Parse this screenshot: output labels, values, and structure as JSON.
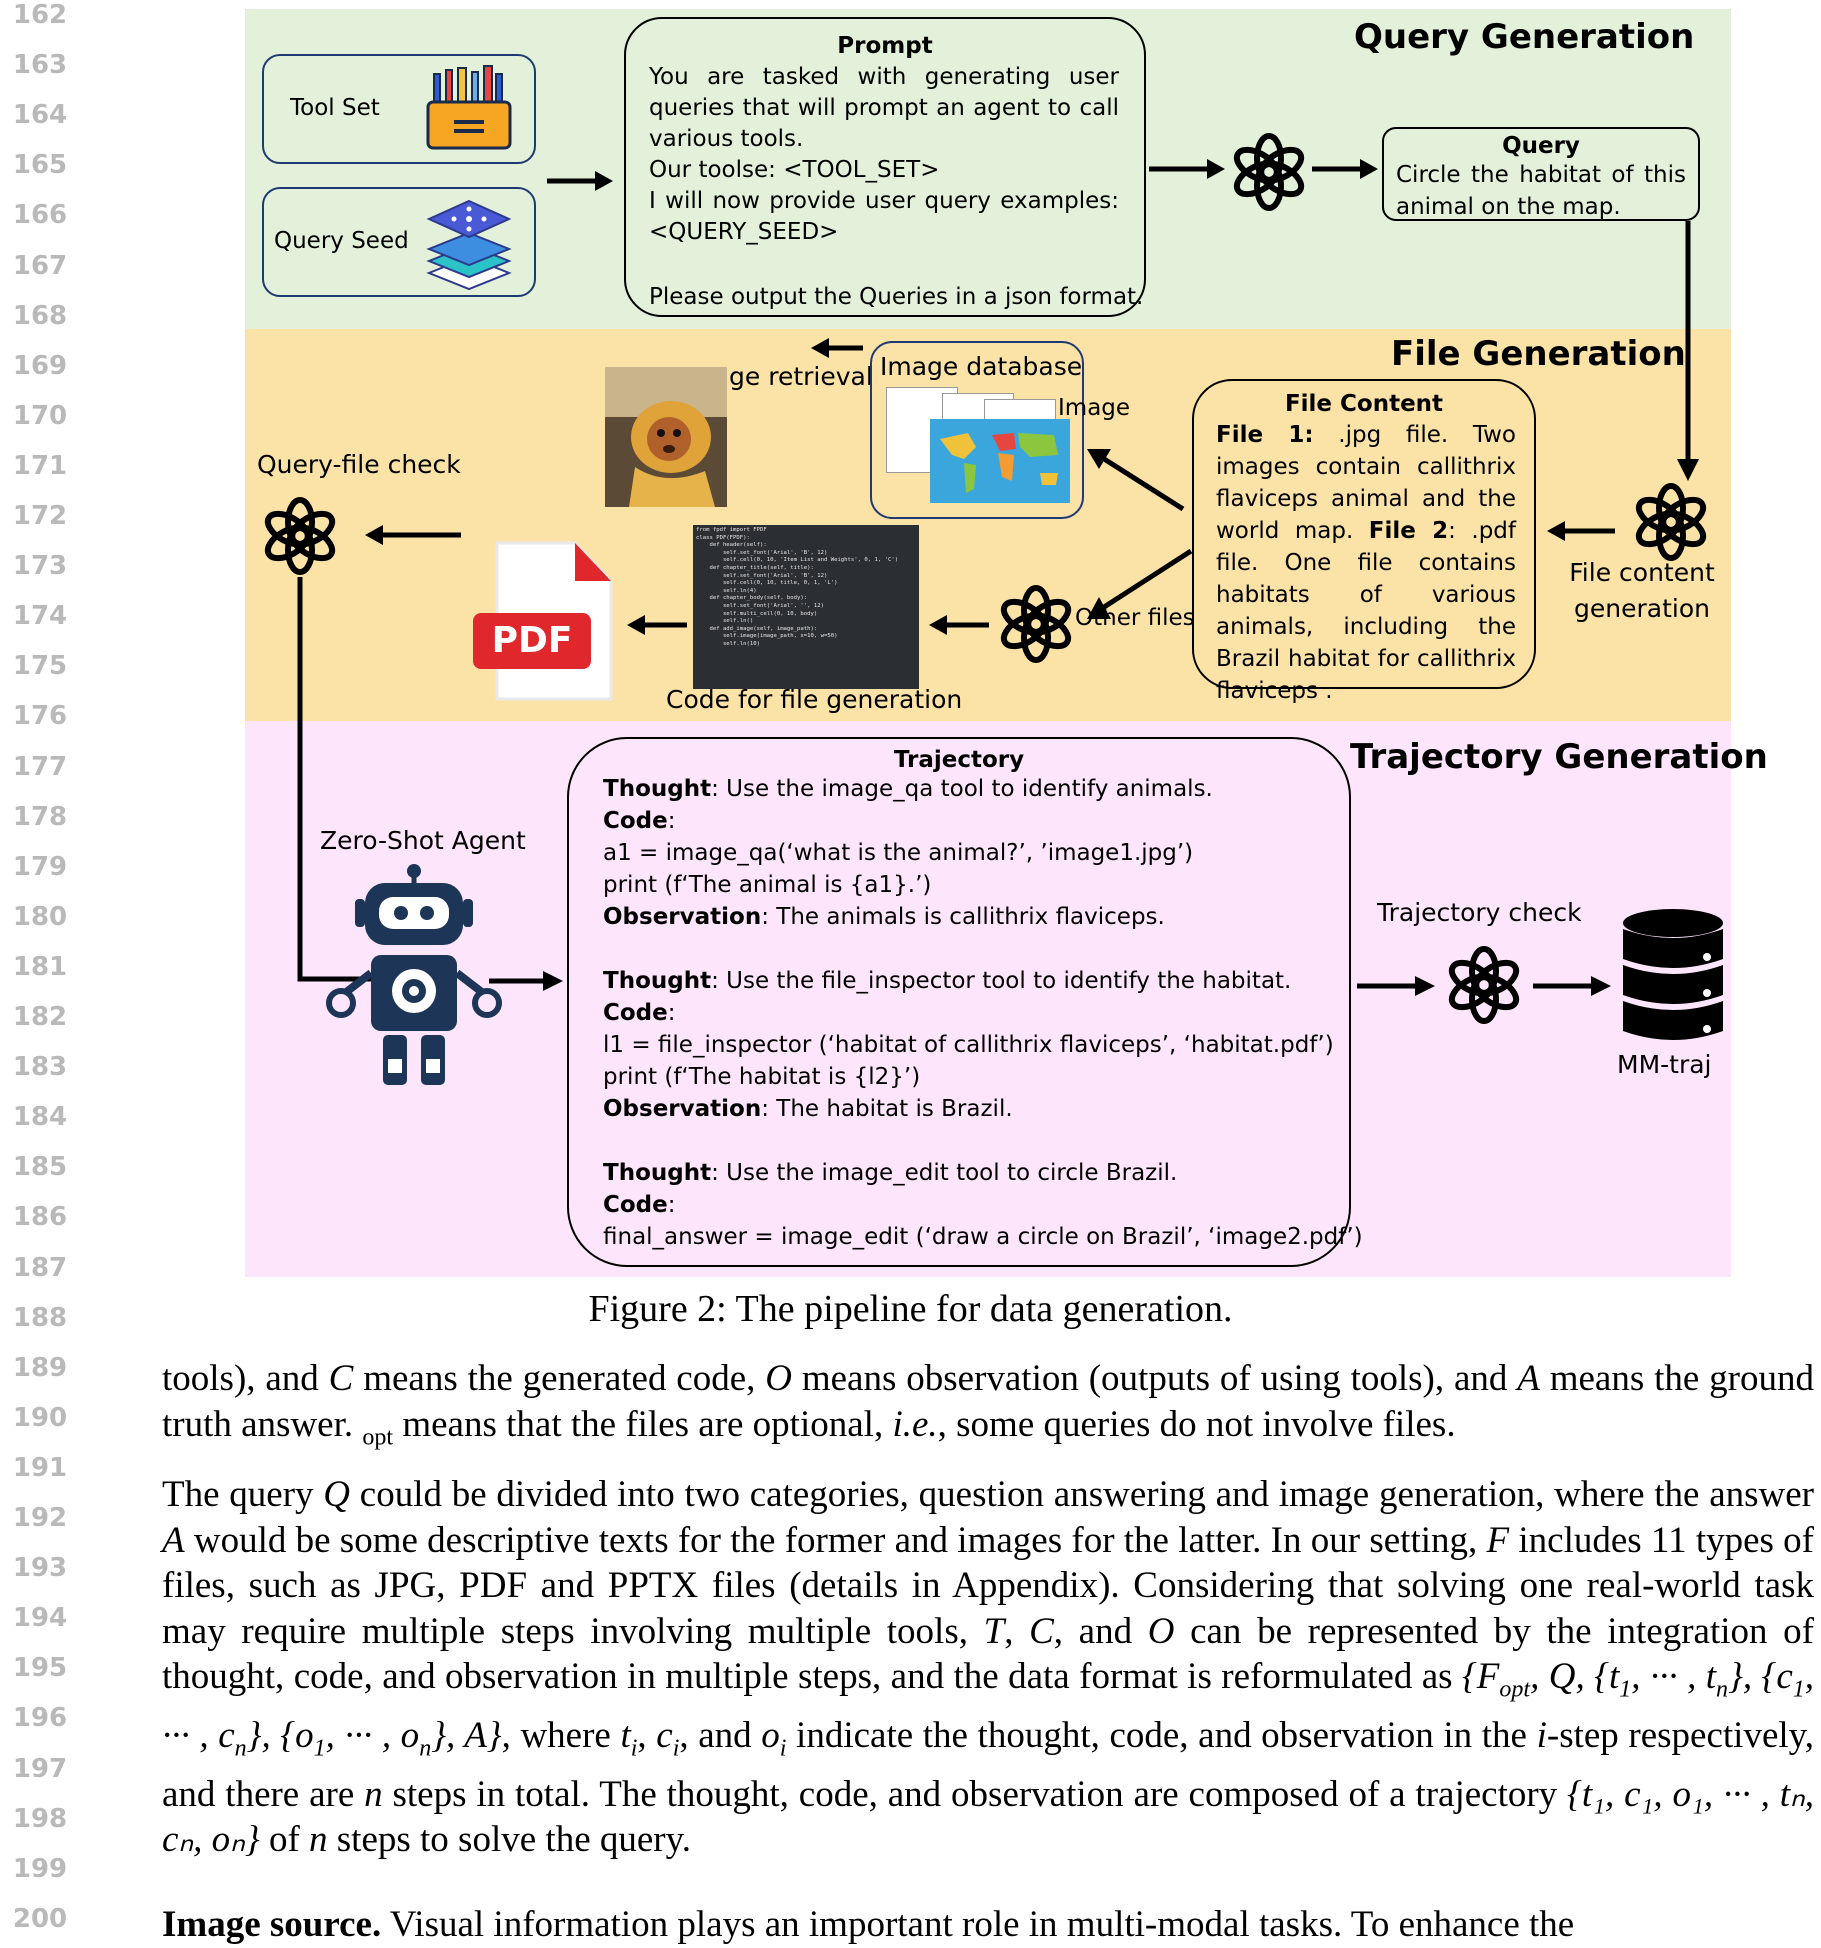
{
  "line_numbers": [
    "162",
    "163",
    "164",
    "165",
    "166",
    "167",
    "168",
    "169",
    "170",
    "171",
    "172",
    "173",
    "174",
    "175",
    "176",
    "177",
    "178",
    "179",
    "180",
    "181",
    "182",
    "183",
    "184",
    "185",
    "186",
    "187",
    "188",
    "189",
    "190",
    "191",
    "192",
    "193",
    "194",
    "195",
    "196",
    "197",
    "198",
    "199",
    "200"
  ],
  "figure": {
    "query_generation": {
      "title": "Query Generation",
      "tool_set": "Tool Set",
      "query_seed": "Query Seed",
      "prompt_title": "Prompt",
      "prompt_lines": [
        "You are tasked with generating user queries that will prompt an agent to call various tools.",
        "Our toolse: <TOOL_SET>",
        "I will now provide user query examples: <QUERY_SEED>",
        "",
        "Please output the Queries in a json format."
      ],
      "query_title": "Query",
      "query_text": "Circle the habitat of this animal on the map."
    },
    "file_generation": {
      "title": "File Generation",
      "image_retrieval": "Image retrieval",
      "image_database": "Image database",
      "image_label": "Image",
      "query_file_check": "Query-file check",
      "other_files": "Other files",
      "code_label": "Code for file generation",
      "pdf_label": "PDF",
      "file_content_title": "File Content",
      "file1_label": "File 1:",
      "file1_text": " .jpg file. Two images contain callithrix flaviceps animal and the world map.",
      "file2_label": "File 2",
      "file2_text": ": .pdf file. One file contains habitats of various animals, including the Brazil habitat for callithrix flaviceps .",
      "file_content_generation": "File content generation",
      "code_lines": [
        "from fpdf import FPDF",
        "",
        "class PDF(FPDF):",
        "    def header(self):",
        "        self.set_font('Arial', 'B', 12)",
        "        self.cell(0, 10, 'Item List and Weights', 0, 1, 'C')",
        "",
        "    def chapter_title(self, title):",
        "        self.set_font('Arial', 'B', 12)",
        "        self.cell(0, 10, title, 0, 1, 'L')",
        "        self.ln(4)",
        "",
        "    def chapter_body(self, body):",
        "        self.set_font('Arial', '', 12)",
        "        self.multi_cell(0, 10, body)",
        "        self.ln()",
        "",
        "    def add_image(self, image_path):",
        "        self.image(image_path, x=10, w=50)",
        "        self.ln(10)"
      ]
    },
    "trajectory_generation": {
      "title": "Trajectory Generation",
      "agent_label": "Zero-Shot Agent",
      "trajectory_title": "Trajectory",
      "steps": [
        {
          "thought_label": "Thought",
          "thought": ": Use the image_qa tool to identify animals.",
          "code_label": "Code",
          "code_colon": ":",
          "code_lines": [
            "a1 = image_qa(‘what is the animal?’, ’image1.jpg’)",
            "print (f‘The animal is {a1}.’)"
          ],
          "obs_label": "Observation",
          "obs": ": The animals is callithrix flaviceps."
        },
        {
          "thought_label": "Thought",
          "thought": ": Use the file_inspector tool to identify the habitat.",
          "code_label": "Code",
          "code_colon": ":",
          "code_lines": [
            "l1 = file_inspector (‘habitat of callithrix flaviceps’, ‘habitat.pdf’)",
            "print (f‘The habitat is {l2}’)"
          ],
          "obs_label": "Observation",
          "obs": ": The habitat is Brazil."
        },
        {
          "thought_label": "Thought",
          "thought": ": Use the image_edit tool to circle Brazil.",
          "code_label": "Code",
          "code_colon": ":",
          "code_lines": [
            "final_answer = image_edit (‘draw a circle on Brazil’, ‘image2.pdf’)"
          ]
        }
      ],
      "trajectory_check": "Trajectory check",
      "mm_traj": "MM-traj"
    },
    "caption": "Figure 2: The pipeline for data generation."
  },
  "text": {
    "p1": {
      "a": "tools), and ",
      "C": "C",
      "b": " means the generated code, ",
      "O": "O",
      "c": " means observation (outputs of using tools), and ",
      "A": "A",
      "d": " means the ground truth answer. ",
      "opt": "opt",
      "e": " means that the files are optional, ",
      "ie": "i.e.",
      "f": ", some queries do not involve files."
    },
    "p2": {
      "a": "The query ",
      "Q": "Q",
      "b": " could be divided into two categories, question answering and image generation, where the answer ",
      "A": "A",
      "c": " would be some descriptive texts for the former and images for the latter. In our setting, ",
      "F": "F",
      "d": " includes 11 types of files, such as JPG, PDF and PPTX files (details in Appendix). Considering that solving one real-world task may require multiple steps involving multiple tools, ",
      "T": "T",
      "e": ", ",
      "C": "C",
      "f": ", and ",
      "O": "O",
      "g": " can be represented by the integration of thought, code, and observation in multiple steps, and the data format is reformulated as ",
      "formula1": "{F",
      "opt": "opt",
      "formula2": ", Q, {t",
      "s1": "1",
      "formula3": ", ··· , t",
      "sn": "n",
      "formula4": "}, {c",
      "formula5": ", ··· , c",
      "formula6": "}, {o",
      "formula7": ", ··· , o",
      "formula8": "}, A}",
      "h": ", where ",
      "ti": "t",
      "ci": "c",
      "oi": "o",
      "i": "i",
      "and": ", and ",
      "j": " indicate the thought, code, and observation in the ",
      "istep": "i",
      "k": "-step respectively, and there are ",
      "n": "n",
      "l": " steps in total. The thought, code, and observation are composed of a trajectory ",
      "traj": "{t₁, c₁, o₁, ··· , tₙ, cₙ, oₙ}",
      "m": " of ",
      "n2": "n",
      "o": " steps to solve the query."
    },
    "p3": {
      "bold": "Image source.",
      "rest": " Visual information plays an important role in multi-modal tasks. To enhance the"
    }
  }
}
